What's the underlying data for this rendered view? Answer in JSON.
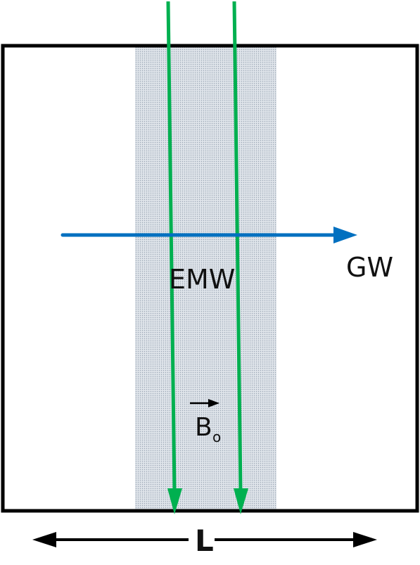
{
  "labels": {
    "emw": "EMW",
    "gw": "GW",
    "field_symbol": "B",
    "field_subscript": "o",
    "length": "L"
  },
  "colors": {
    "frame": "#000000",
    "green_arrows": "#00b050",
    "blue_arrow": "#0070c0",
    "band_fill": "#c9d0d8",
    "text": "#111111"
  }
}
